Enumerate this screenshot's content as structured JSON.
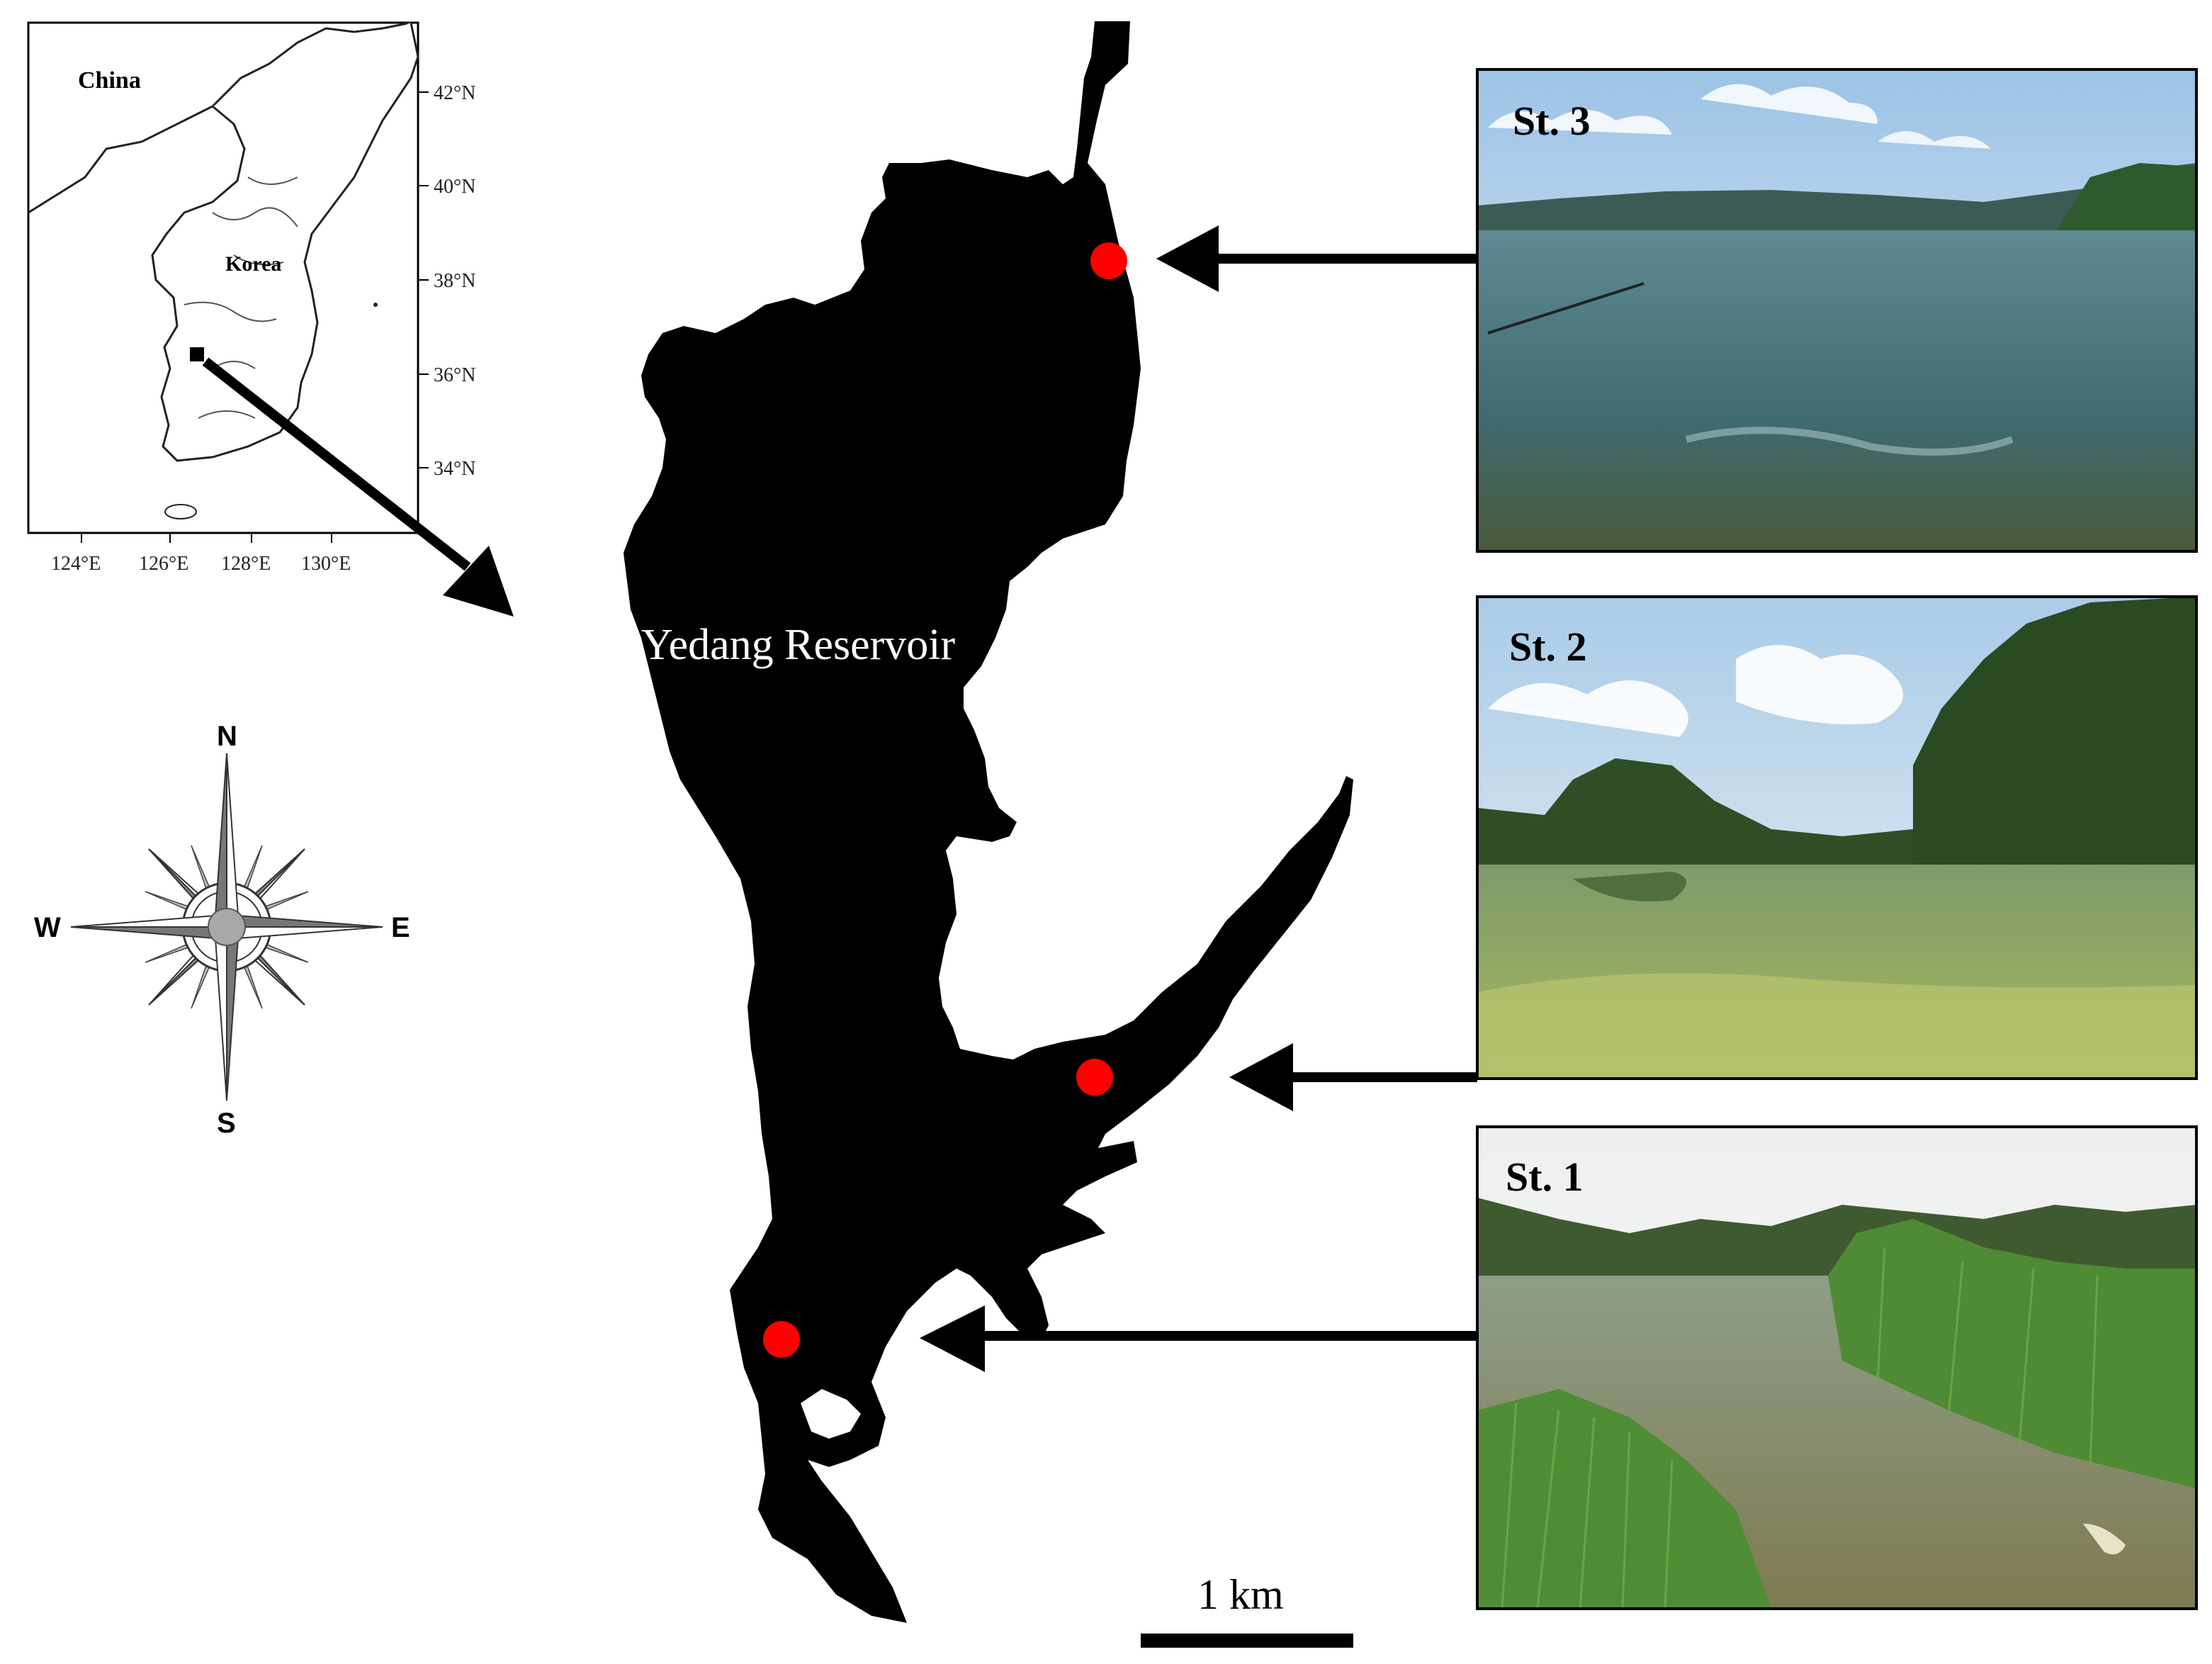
{
  "inset_map": {
    "country_labels": {
      "china": "China",
      "korea": "Korea"
    },
    "lat_ticks": [
      "42°N",
      "40°N",
      "38°N",
      "36°N",
      "34°N"
    ],
    "lon_ticks": [
      "124°E",
      "126°E",
      "128°E",
      "130°E"
    ]
  },
  "main_map": {
    "reservoir_label": "Yedang Reservoir",
    "scale_label": "1 km"
  },
  "compass": {
    "north": "N",
    "south": "S",
    "east": "E",
    "west": "W"
  },
  "stations": [
    {
      "label": "St. 3",
      "photo": "open-water-lake-with-hills"
    },
    {
      "label": "St. 2",
      "photo": "algal-bloom-with-trees"
    },
    {
      "label": "St. 1",
      "photo": "shoreline-with-reeds"
    }
  ],
  "colors": {
    "reservoir": "#000000",
    "station_marker": "#ff0000",
    "arrow": "#000000"
  }
}
